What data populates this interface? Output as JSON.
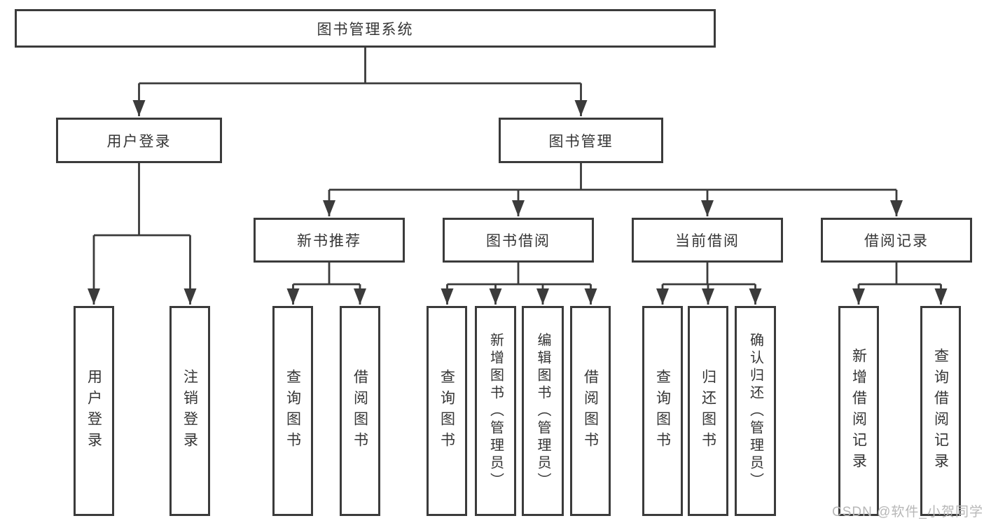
{
  "diagram": {
    "root": {
      "label": "图书管理系统"
    },
    "level2": [
      {
        "label": "用户登录"
      },
      {
        "label": "图书管理"
      }
    ],
    "level3": [
      {
        "label": "新书推荐"
      },
      {
        "label": "图书借阅"
      },
      {
        "label": "当前借阅"
      },
      {
        "label": "借阅记录"
      }
    ],
    "leaves": {
      "user_login": [
        {
          "label": "用户登录"
        },
        {
          "label": "注销登录"
        }
      ],
      "new_book": [
        {
          "label": "查询图书"
        },
        {
          "label": "借阅图书"
        }
      ],
      "book_borrow": [
        {
          "label": "查询图书"
        },
        {
          "label": "新增图书（管理员）"
        },
        {
          "label": "编辑图书（管理员）"
        },
        {
          "label": "借阅图书"
        }
      ],
      "current_borrow": [
        {
          "label": "查询图书"
        },
        {
          "label": "归还图书"
        },
        {
          "label": "确认归还（管理员）"
        }
      ],
      "borrow_records": [
        {
          "label": "新增借阅记录"
        },
        {
          "label": "查询借阅记录"
        }
      ]
    }
  },
  "watermark": "CSDN @软件_小贺同学",
  "colors": {
    "line": "#3b3b3b",
    "text": "#353535",
    "watermark": "#b7b7b7",
    "background": "#ffffff"
  }
}
